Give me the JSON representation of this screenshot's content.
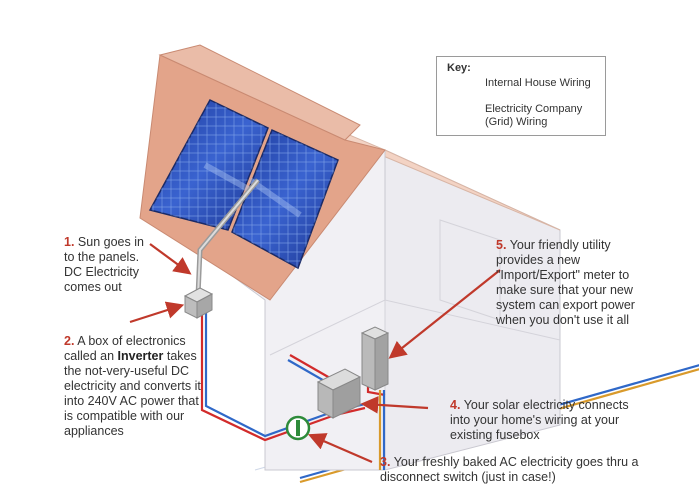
{
  "key": {
    "title": "Key:",
    "internal": "Internal House Wiring",
    "grid": "Electricity Company (Grid) Wiring"
  },
  "steps": [
    {
      "num": "1.",
      "text": "Sun goes in to the panels. DC Electricity comes out"
    },
    {
      "num": "2.",
      "pre": "A box of electronics called an ",
      "bold": "Inverter",
      "post": " takes the not-very-useful DC electricity and converts it into 240V AC power that is compatible with our appliances"
    },
    {
      "num": "3.",
      "text": "Your freshly baked AC electricity goes thru a disconnect switch (just in case!)"
    },
    {
      "num": "4.",
      "text": "Your solar electricity connects into your home's wiring at your existing fusebox"
    },
    {
      "num": "5.",
      "text": "Your friendly utility provides a new \"Import/Export\" meter to make sure that your new system can export power when you don't use it all"
    }
  ],
  "colors": {
    "roof": "#e3a48a",
    "wall": "#efeef2",
    "panel": "#2744a8",
    "wire_red": "#d22b2b",
    "wire_blue": "#2f68c8",
    "wire_orange": "#d99a2b",
    "switch_green": "#2e8b3a",
    "arrow": "#c0392b"
  }
}
